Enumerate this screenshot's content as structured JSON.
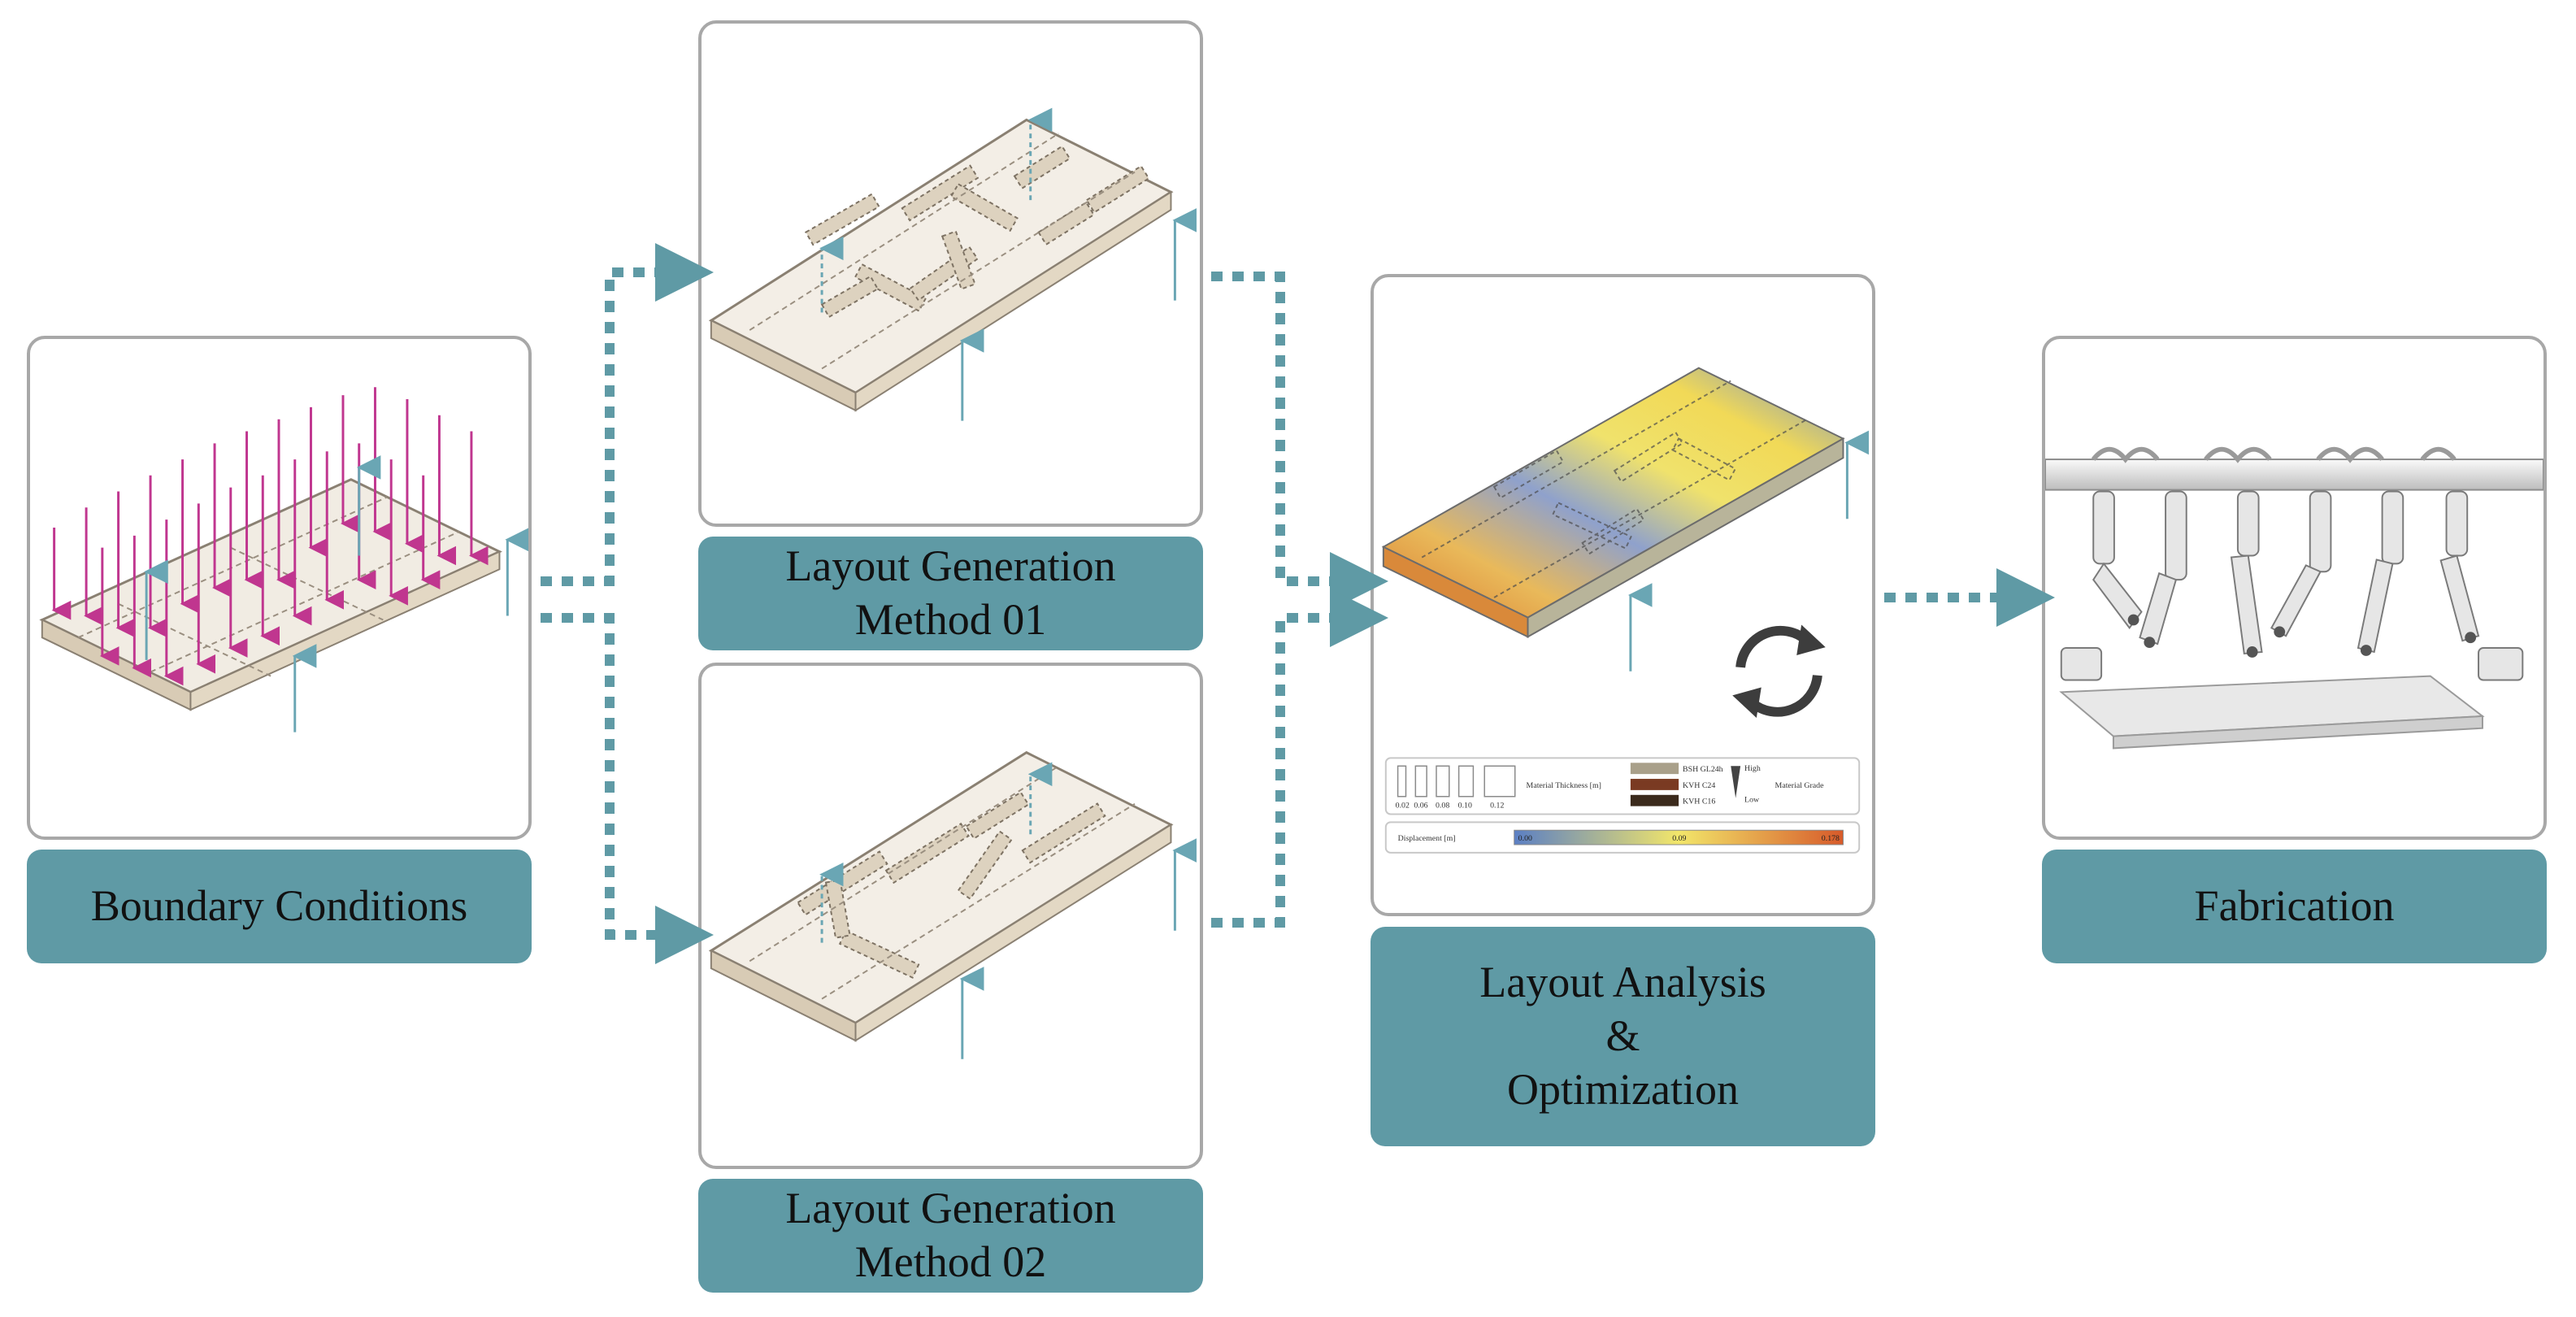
{
  "stages": {
    "boundary": {
      "label": "Boundary Conditions"
    },
    "method01": {
      "label_line1": "Layout Generation",
      "label_line2": "Method 01"
    },
    "method02": {
      "label_line1": "Layout Generation",
      "label_line2": "Method 02"
    },
    "analysis": {
      "label_line1": "Layout Analysis",
      "label_line2": "&",
      "label_line3": "Optimization"
    },
    "fabrication": {
      "label": "Fabrication"
    }
  },
  "analysis_legend": {
    "thickness_values": [
      "0.02",
      "0.06",
      "0.08",
      "0.10",
      "0.12"
    ],
    "thickness_title": "Material Thickness [m]",
    "grades": [
      {
        "name": "BSH GL24h",
        "color": "#a9a08a"
      },
      {
        "name": "KVH C24",
        "color": "#7a3a22"
      },
      {
        "name": "KVH C16",
        "color": "#3b2a1c"
      }
    ],
    "grade_high": "High",
    "grade_low": "Low",
    "grade_title": "Material Grade",
    "displacement_title": "Displacement [m]",
    "displacement_ticks": [
      "0.00",
      "0.09",
      "0.178"
    ]
  },
  "colors": {
    "accent": "#5f9aa5",
    "arrow": "#5f9aa5",
    "load_arrow": "#c0368f",
    "support_arrow": "#6aa6b4",
    "heat_low": "#5b7fc4",
    "heat_mid": "#f2e66a",
    "heat_high": "#d75a2a"
  },
  "icons": {
    "cycle": "refresh-cycle-icon"
  }
}
